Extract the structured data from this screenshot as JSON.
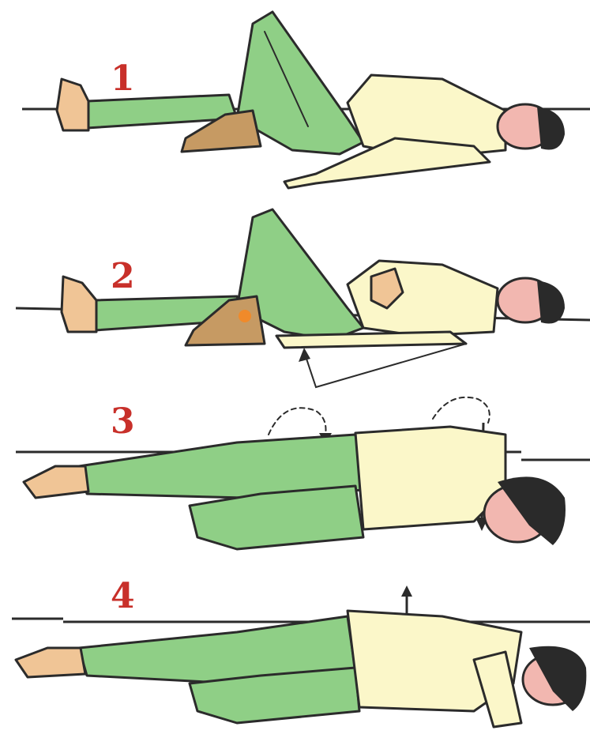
{
  "steps": [
    {
      "number": "1"
    },
    {
      "number": "2"
    },
    {
      "number": "3"
    },
    {
      "number": "4"
    }
  ],
  "colors": {
    "pants": "#8fcf86",
    "shirt": "#fbf7c9",
    "skin": "#f0c596",
    "face": "#f2b7b0",
    "hair": "#2a2a2a",
    "shoe": "#c69a63",
    "number": "#c8302a",
    "floor": "#2b2b2b"
  }
}
